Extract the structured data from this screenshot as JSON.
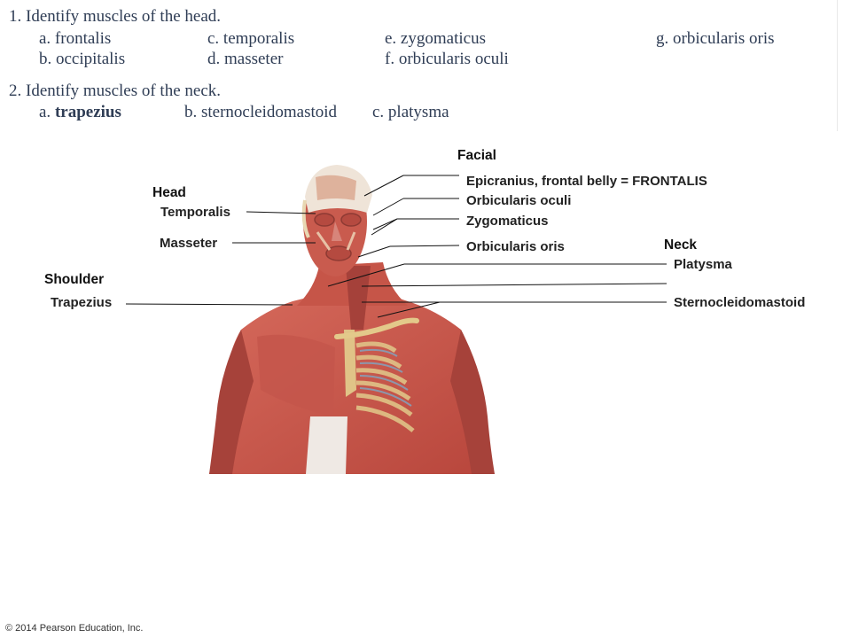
{
  "worksheet": {
    "q1": "1. Identify muscles of the head.",
    "q1_opts": [
      "a. frontalis",
      "c. temporalis",
      "e. zygomaticus",
      "g. orbicularis oris",
      "b. occipitalis",
      "d. masseter",
      "f. orbicularis oculi"
    ],
    "q2": "2. Identify muscles of the neck.",
    "q2_a_prefix": "a. ",
    "q2_a_bold": "trapezius",
    "q2_opts": [
      "b. sternocleidomastoid",
      "c. platysma"
    ]
  },
  "figure": {
    "categories": {
      "facial": "Facial",
      "head": "Head",
      "neck": "Neck",
      "shoulder": "Shoulder"
    },
    "labels": {
      "epicranius": "Epicranius, frontal belly = FRONTALIS",
      "orbicularis_oculi": "Orbicularis oculi",
      "zygomaticus": "Zygomaticus",
      "orbicularis_oris": "Orbicularis oris",
      "temporalis": "Temporalis",
      "masseter": "Masseter",
      "platysma": "Platysma",
      "sternocleidomastoid": "Sternocleidomastoid",
      "trapezius": "Trapezius"
    },
    "colors": {
      "muscle": "#c9564a",
      "muscle_dark": "#9e3a33",
      "tendon": "#e8d7b2",
      "bone": "#e3c98a",
      "nerve": "#7fa7c4",
      "skin": "#f3ede6"
    }
  },
  "credit": "© 2014 Pearson Education, Inc."
}
